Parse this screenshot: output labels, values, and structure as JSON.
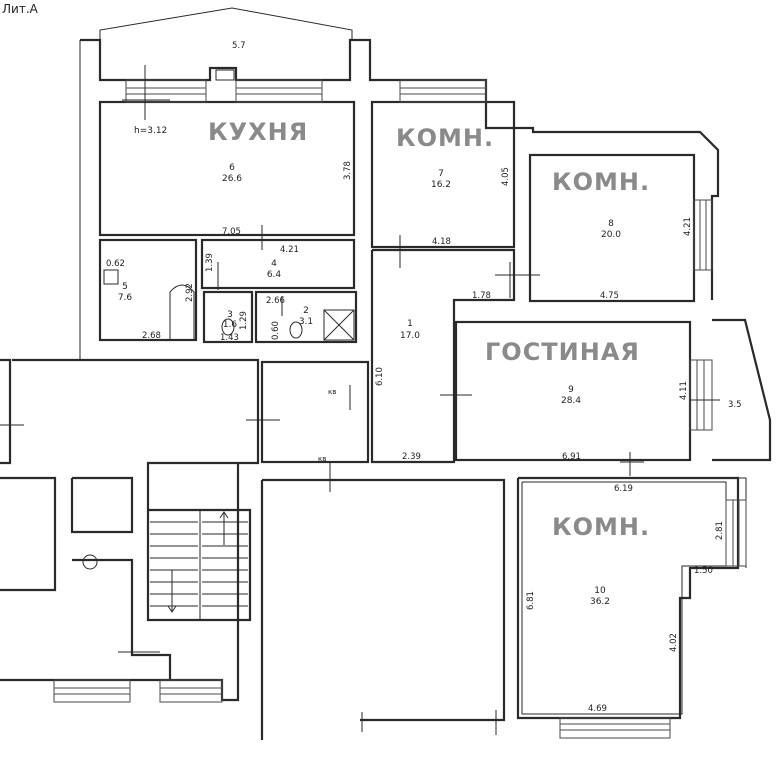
{
  "header": {
    "title": "Лит.А"
  },
  "ceiling": "h=3.12",
  "big_labels": {
    "kitchen": "КУХНЯ",
    "room7": "КОМН.",
    "room8": "КОМН.",
    "living": "ГОСТИНАЯ",
    "room10": "КОМН."
  },
  "rooms": {
    "r1": {
      "num": "1",
      "area": "17.0"
    },
    "r2": {
      "num": "2",
      "area": "3.1"
    },
    "r3": {
      "num": "3",
      "area": "1.6"
    },
    "r4": {
      "num": "4",
      "area": "6.4"
    },
    "r5": {
      "num": "5",
      "area": "7.6"
    },
    "r6": {
      "num": "6",
      "area": "26.6"
    },
    "r7": {
      "num": "7",
      "area": "16.2"
    },
    "r8": {
      "num": "8",
      "area": "20.0"
    },
    "r9": {
      "num": "9",
      "area": "28.4"
    },
    "r10": {
      "num": "10",
      "area": "36.2"
    }
  },
  "dims": {
    "d_5_7": "5.7",
    "d_3_78": "3.78",
    "d_7_05": "7.05",
    "d_4_21a": "4.21",
    "d_4_05": "4.05",
    "d_4_18": "4.18",
    "d_4_21b": "4.21",
    "d_4_75": "4.75",
    "d_1_78": "1.78",
    "d_0_62": "0.62",
    "d_1_39": "1.39",
    "d_2_92": "2.92",
    "d_2_68": "2.68",
    "d_1_29": "1.29",
    "d_1_43": "1.43",
    "d_2_66": "2.66",
    "d_0_60": "0.60",
    "d_6_10": "6.10",
    "d_2_39": "2.39",
    "d_4_11": "4.11",
    "d_3_5": "3.5",
    "d_6_91": "6.91",
    "d_6_19": "6.19",
    "d_2_81": "2.81",
    "d_1_50": "1.50",
    "d_6_81": "6.81",
    "d_4_02": "4.02",
    "d_4_69": "4.69"
  },
  "marks": {
    "kv1": "кв",
    "kv2": "кв"
  }
}
